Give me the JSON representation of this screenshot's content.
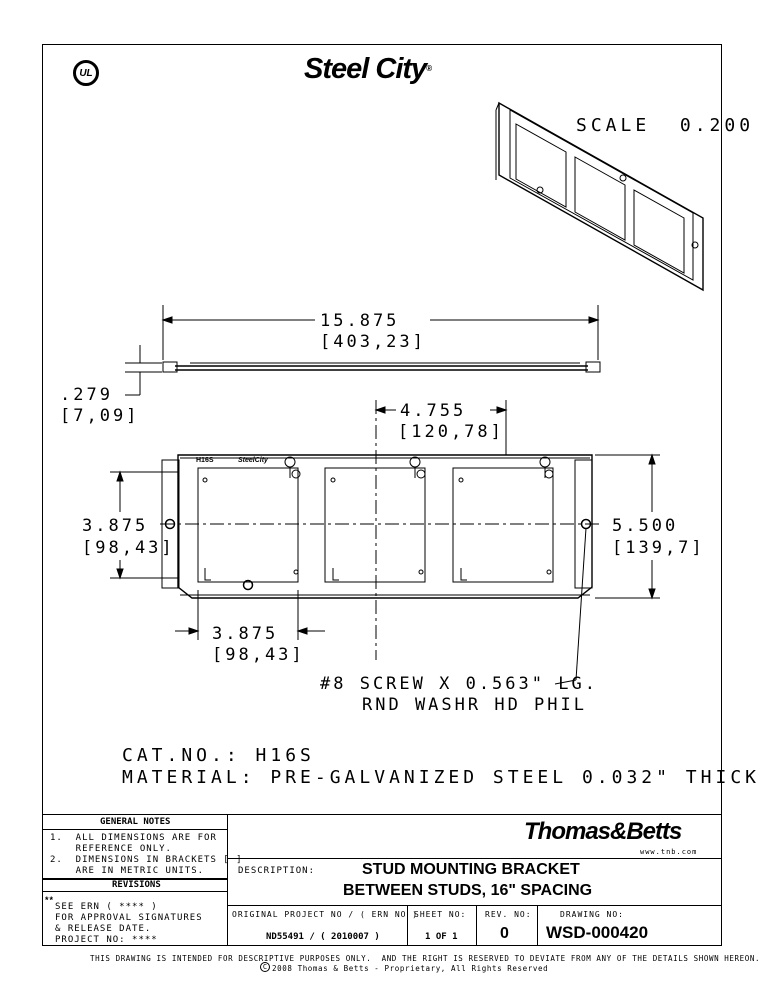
{
  "brand": {
    "ul_mark": "UL",
    "steel_city": "Steel City",
    "tm": "®"
  },
  "scale": "SCALE  0.200",
  "dims": {
    "length": "15.875",
    "length_mm": "[403,23]",
    "thick": ".279",
    "thick_mm": "[7,09]",
    "spacing": "4.755",
    "spacing_mm": "[120,78]",
    "box_h": "3.875",
    "box_h_mm": "[98,43]",
    "height": "5.500",
    "height_mm": "[139,7]",
    "box_w": "3.875",
    "box_w_mm": "[98,43]"
  },
  "part_marks": {
    "model": "H16S",
    "logo": "SteelCity"
  },
  "screw_note": {
    "line1": "#8 SCREW X 0.563\" LG.",
    "line2": "RND WASHR HD PHIL"
  },
  "catalog": {
    "cat_no": "CAT.NO.: H16S",
    "material": "MATERIAL: PRE-GALVANIZED STEEL 0.032\" THICK"
  },
  "title_block": {
    "general_notes_header": "GENERAL NOTES",
    "notes": [
      "1.  ALL DIMENSIONS ARE FOR",
      "    REFERENCE ONLY.",
      "2.  DIMENSIONS IN BRACKETS [ ]",
      "    ARE IN METRIC UNITS."
    ],
    "revisions_header": "REVISIONS",
    "rev_mark": "**",
    "rev_notes": [
      "SEE ERN ( **** )",
      "FOR APPROVAL SIGNATURES",
      "& RELEASE DATE.",
      "PROJECT NO: ****"
    ],
    "company": "Thomas&Betts",
    "website": "www.tnb.com",
    "description_label": "DESCRIPTION:",
    "description_line1": "STUD MOUNTING BRACKET",
    "description_line2": "BETWEEN STUDS, 16\" SPACING",
    "project_label": "ORIGINAL PROJECT NO / ( ERN NO )",
    "project_value": "ND55491 / ( 2010007 )",
    "sheet_label": "SHEET NO:",
    "sheet_value": "1 OF 1",
    "rev_label": "REV. NO:",
    "rev_value": "0",
    "drawing_label": "DRAWING NO:",
    "drawing_value": "WSD-000420"
  },
  "footer": {
    "line1": "THIS DRAWING IS INTENDED FOR DESCRIPTIVE PURPOSES ONLY.  AND THE RIGHT IS RESERVED TO DEVIATE FROM ANY OF THE DETAILS SHOWN HEREON.",
    "copyright_symbol": "C",
    "line2": "2008 Thomas & Betts - Proprietary, All Rights Reserved"
  }
}
